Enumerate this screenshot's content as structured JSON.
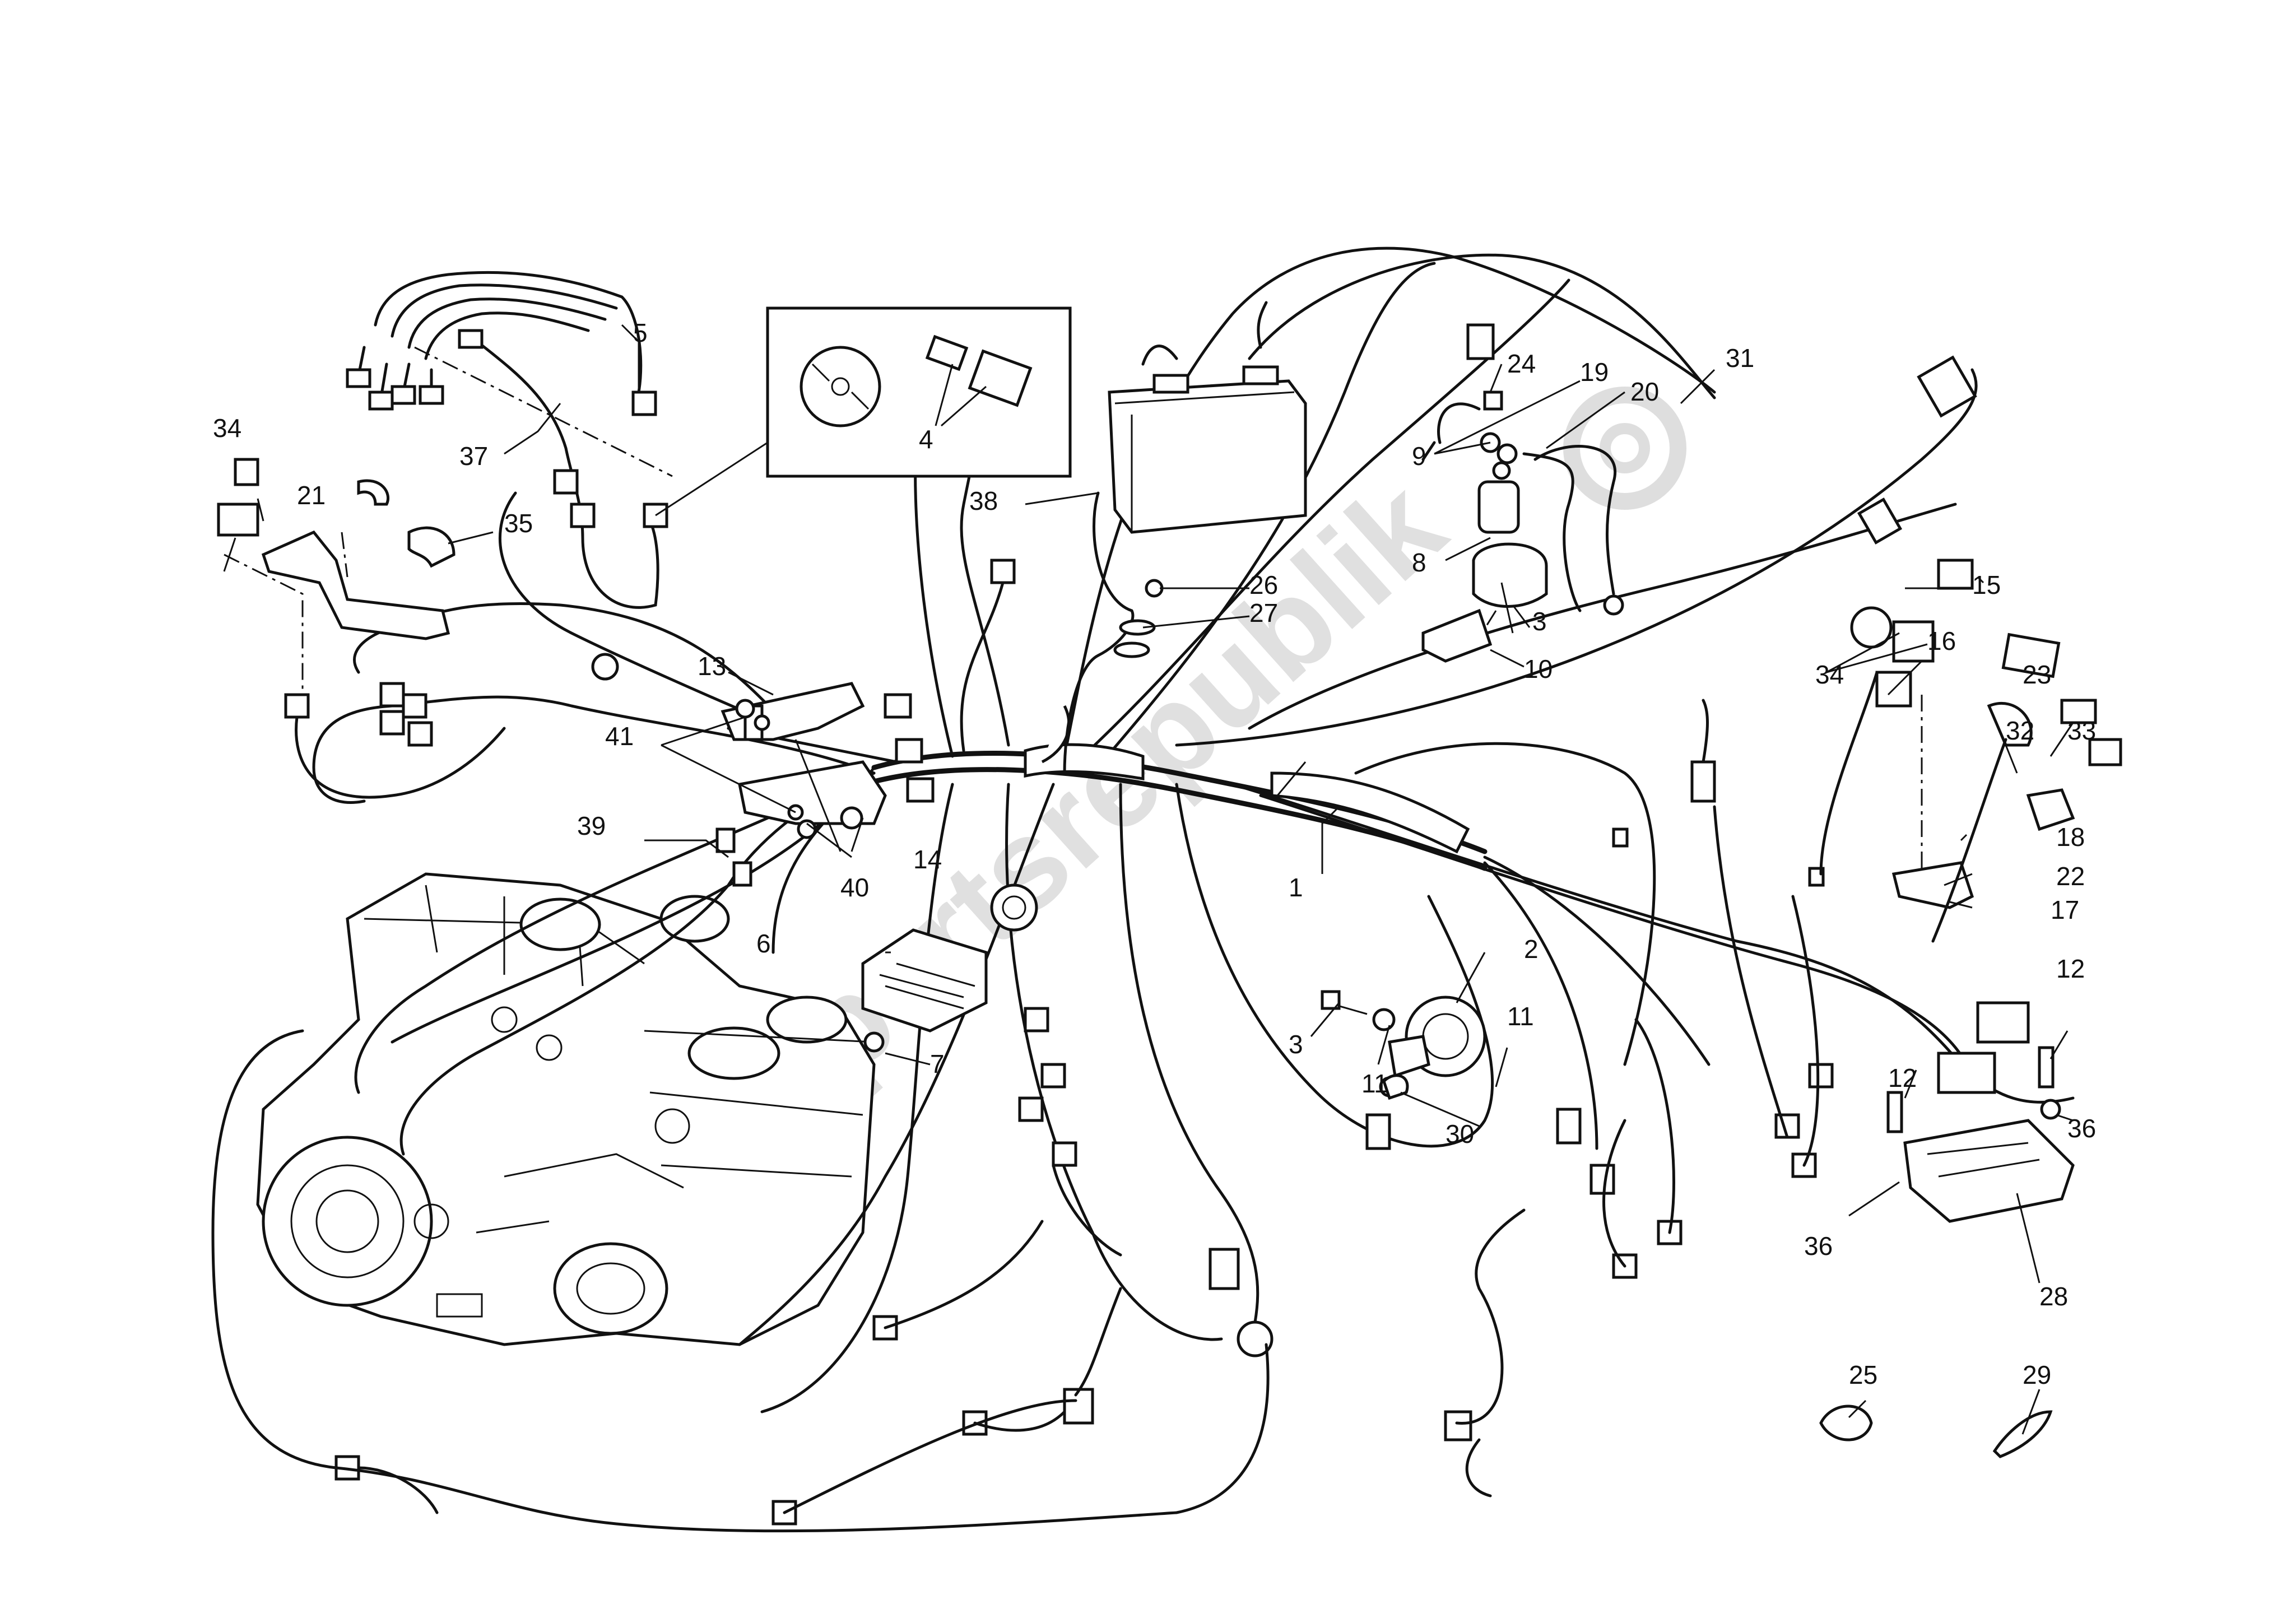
{
  "watermark": "partsrepublik",
  "callouts": {
    "c1": "1",
    "c2": "2",
    "c3a": "3",
    "c3b": "3",
    "c4": "4",
    "c5": "5",
    "c6": "6",
    "c7": "7",
    "c8": "8",
    "c9": "9",
    "c10": "10",
    "c11a": "11",
    "c11b": "11",
    "c12a": "12",
    "c12b": "12",
    "c13": "13",
    "c14": "14",
    "c15": "15",
    "c16": "16",
    "c17": "17",
    "c18": "18",
    "c19": "19",
    "c20": "20",
    "c21": "21",
    "c22": "22",
    "c23": "23",
    "c24": "24",
    "c25": "25",
    "c26": "26",
    "c27": "27",
    "c28": "28",
    "c29": "29",
    "c30": "30",
    "c31": "31",
    "c32": "32",
    "c33": "33",
    "c34a": "34",
    "c34b": "34",
    "c35": "35",
    "c36a": "36",
    "c36b": "36",
    "c37": "37",
    "c38": "38",
    "c39": "39",
    "c40": "40",
    "c41": "41"
  }
}
